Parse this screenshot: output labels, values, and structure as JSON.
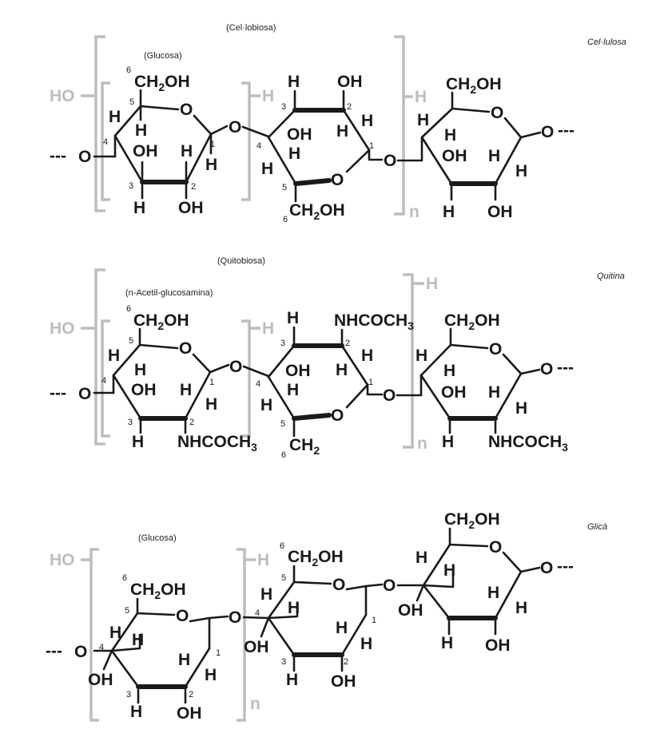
{
  "panels": {
    "cellulose": {
      "title": "Cel·lulosa",
      "disaccharide_label": "(Cel·lobiosa)",
      "monomer_label": "(Glucosa)",
      "repeat_n": "n"
    },
    "chitin": {
      "title": "Quitina",
      "disaccharide_label": "(Quitobiosa)",
      "monomer_label": "(n-Acetil-glucosamina)",
      "repeat_n": "n"
    },
    "glycan": {
      "title": "Glicà",
      "monomer_label": "(Glucosa)",
      "repeat_n": "n"
    }
  },
  "atoms": {
    "ho": "HO",
    "h": "H",
    "oh": "OH",
    "o": "O",
    "ch2oh_main": "CH",
    "ch2oh_sub": "2",
    "ch2oh_end": "OH",
    "ch2_main": "CH",
    "ch2_sub": "2",
    "nhcoch_main": "NHCOCH",
    "nhcoch_sub": "3",
    "chain_dash": "---"
  },
  "positions": {
    "p1": "1",
    "p2": "2",
    "p3": "3",
    "p4": "4",
    "p5": "5",
    "p6": "6"
  },
  "colors": {
    "structure": "#1a1a1a",
    "repeat_bracket": "#bdbdbd"
  }
}
